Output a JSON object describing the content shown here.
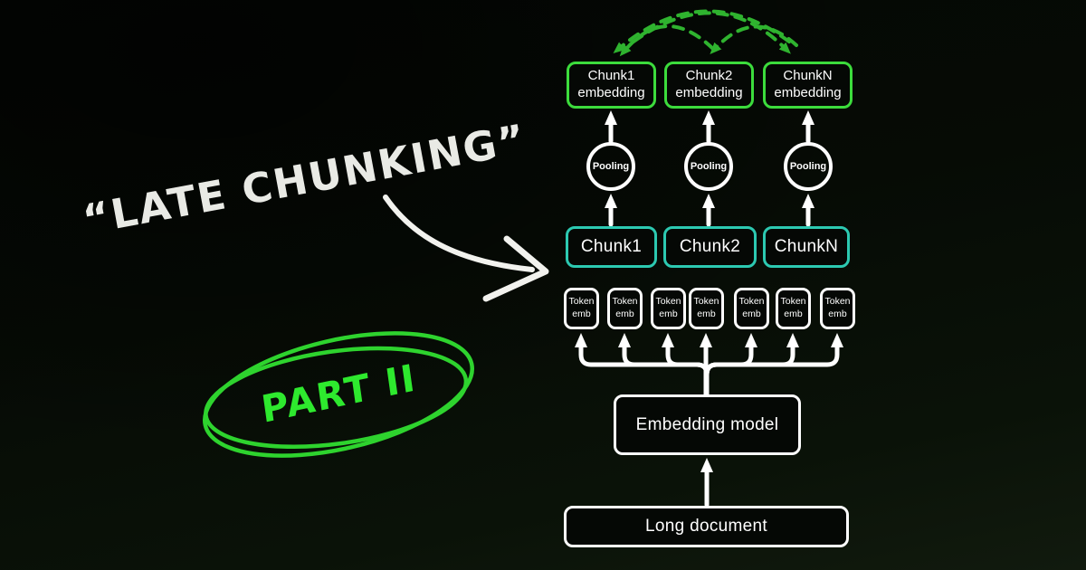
{
  "annotations": {
    "title": "“LATE CHUNKING”",
    "badge": "PART II"
  },
  "diagram": {
    "chunk_embeddings": [
      {
        "line1": "Chunk1",
        "line2": "embedding"
      },
      {
        "line1": "Chunk2",
        "line2": "embedding"
      },
      {
        "line1": "ChunkN",
        "line2": "embedding"
      }
    ],
    "pooling_label": "Pooling",
    "chunks": [
      "Chunk1",
      "Chunk2",
      "ChunkN"
    ],
    "token_box": {
      "line1": "Token",
      "line2": "emb"
    },
    "embedding_model_label": "Embedding model",
    "long_document_label": "Long document"
  },
  "colors": {
    "accent_green": "#3cdc3c",
    "arc_green": "#2fb32f",
    "badge_green": "#2ee92e",
    "teal": "#2cc9b1",
    "arrow_white": "#ffffff",
    "background": "#070d06"
  }
}
